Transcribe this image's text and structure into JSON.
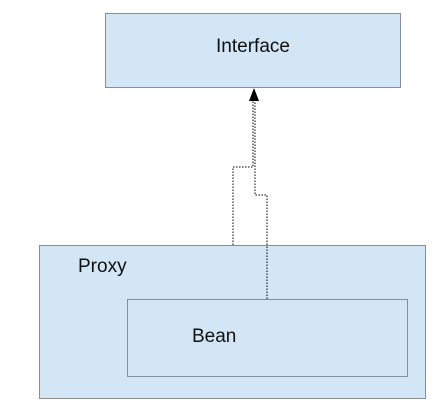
{
  "diagram": {
    "nodes": {
      "interface": {
        "label": "Interface"
      },
      "proxy": {
        "label": "Proxy"
      },
      "bean": {
        "label": "Bean"
      }
    },
    "edges": [
      {
        "from": "proxy",
        "to": "interface",
        "style": "dotted",
        "arrow": "filled-triangle"
      },
      {
        "from": "bean",
        "to": "interface",
        "style": "dotted",
        "arrow": "filled-triangle"
      }
    ],
    "colors": {
      "box_fill": "#d2e6f5",
      "box_border": "#8a8e93",
      "line": "#000000"
    }
  }
}
